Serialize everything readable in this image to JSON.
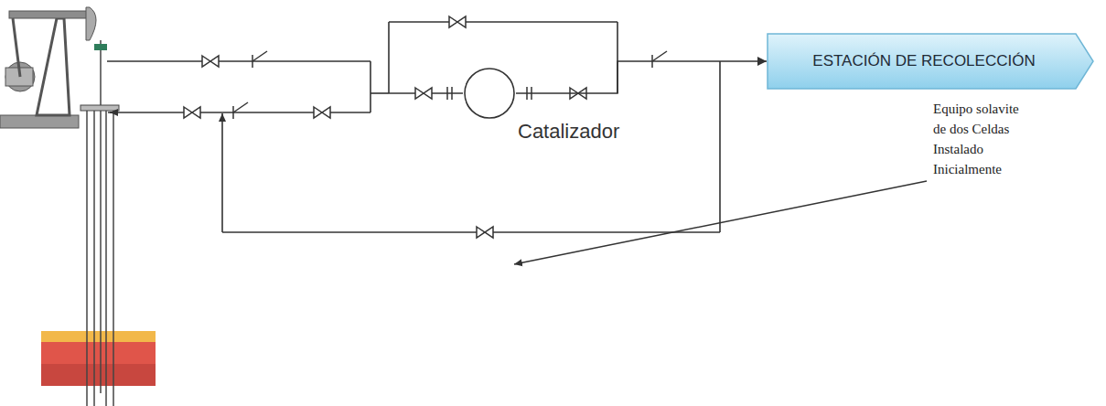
{
  "diagram": {
    "nodes": [
      {
        "text": [
          "ESTACIÓN DE RECOLECCIÓN"
        ]
      },
      {
        "text": [
          "Catalizador"
        ]
      }
    ],
    "edges": [
      {
        "from": 1,
        "to": 0,
        "arrow": "to"
      }
    ],
    "labels": [
      "Equipo solavite de dos Celdas Instalado Inicialmente"
    ]
  }
}
